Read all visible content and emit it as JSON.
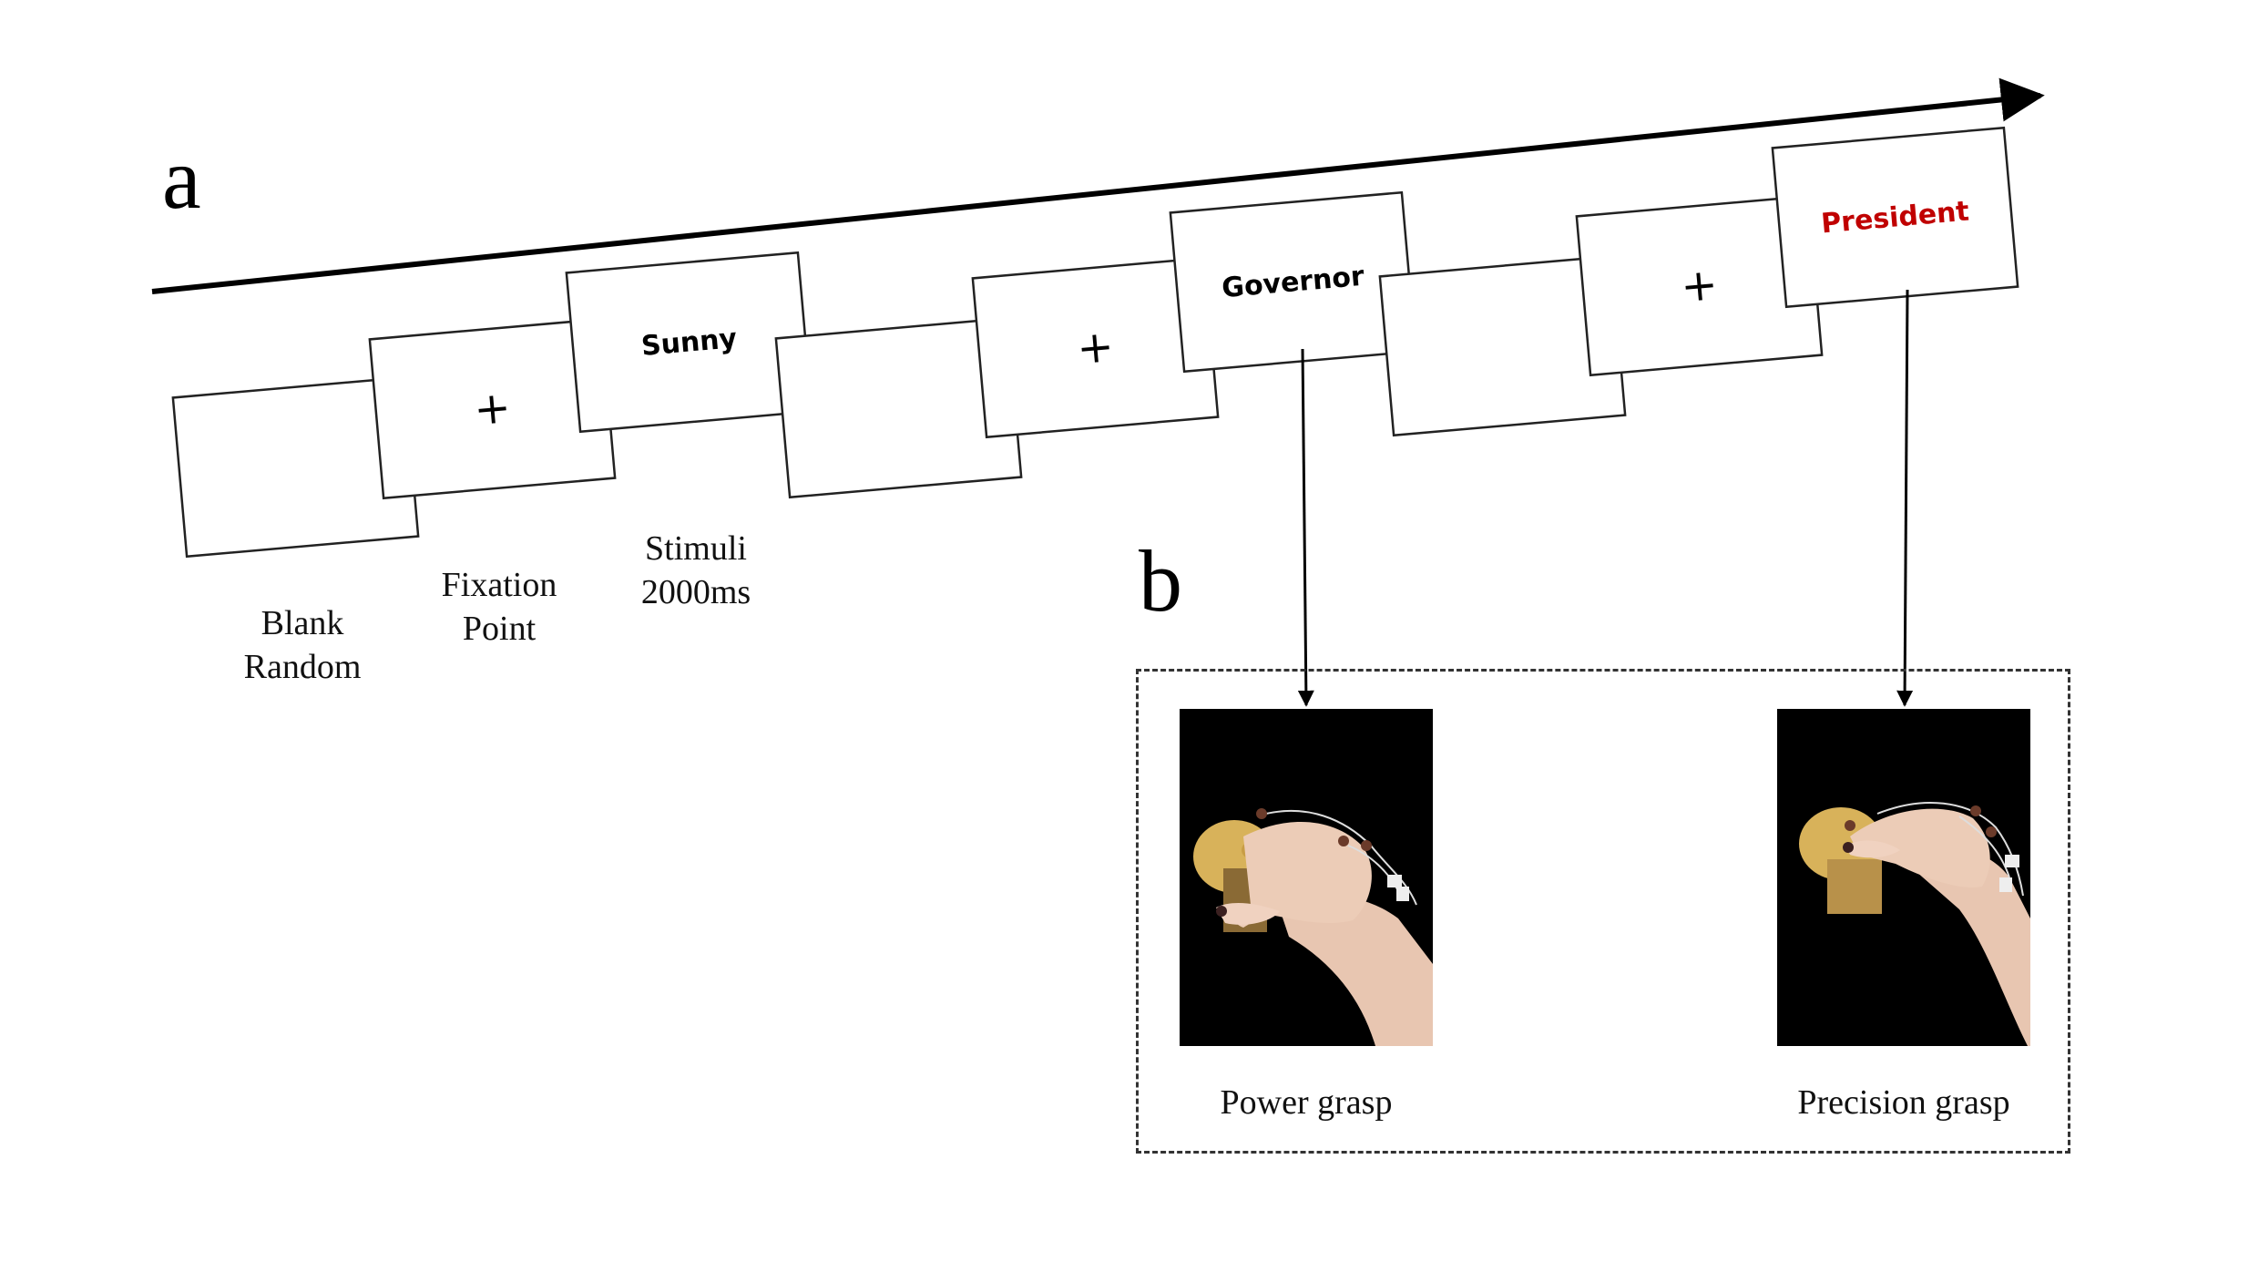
{
  "labels": {
    "panel_a": "a",
    "panel_b": "b"
  },
  "frames": [
    {
      "name": "blank-frame-1",
      "content": "",
      "kind": "blank"
    },
    {
      "name": "fixation-frame-1",
      "content": "+",
      "kind": "fixation"
    },
    {
      "name": "stimulus-frame-1",
      "content": "Sunny",
      "kind": "word"
    },
    {
      "name": "blank-frame-2",
      "content": "",
      "kind": "blank"
    },
    {
      "name": "fixation-frame-2",
      "content": "+",
      "kind": "fixation"
    },
    {
      "name": "stimulus-frame-2",
      "content": "Governor",
      "kind": "word"
    },
    {
      "name": "blank-frame-3",
      "content": "",
      "kind": "blank"
    },
    {
      "name": "fixation-frame-3",
      "content": "+",
      "kind": "fixation"
    },
    {
      "name": "stimulus-frame-3",
      "content": "President",
      "kind": "word",
      "color": "#c00000"
    }
  ],
  "captions": {
    "blank": "Blank\nRandom",
    "fixation": "Fixation\nPoint",
    "stimuli": "Stimuli\n2000ms",
    "power": "Power grasp",
    "precision": "Precision grasp"
  },
  "colors": {
    "line": "#000000",
    "word": "#000000",
    "highlight_word": "#c00000",
    "photo_bg": "#000000",
    "wood": "#d9b760",
    "skin": "#eac8b4"
  }
}
